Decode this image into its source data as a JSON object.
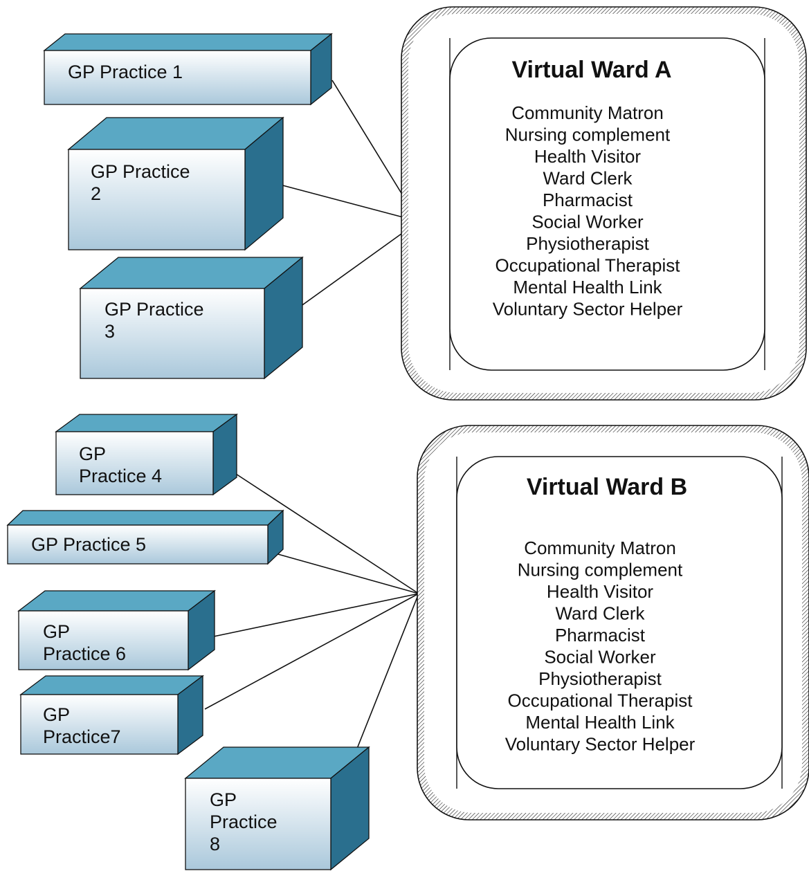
{
  "practices": [
    {
      "id": "gp1",
      "lines": [
        "GP Practice 1"
      ]
    },
    {
      "id": "gp2",
      "lines": [
        "GP Practice",
        "2"
      ]
    },
    {
      "id": "gp3",
      "lines": [
        "GP Practice",
        "3"
      ]
    },
    {
      "id": "gp4",
      "lines": [
        "GP",
        "Practice 4"
      ]
    },
    {
      "id": "gp5",
      "lines": [
        "GP Practice 5"
      ]
    },
    {
      "id": "gp6",
      "lines": [
        "GP",
        "Practice 6"
      ]
    },
    {
      "id": "gp7",
      "lines": [
        "GP",
        "Practice7"
      ]
    },
    {
      "id": "gp8",
      "lines": [
        "GP",
        "Practice",
        "8"
      ]
    }
  ],
  "wards": [
    {
      "id": "ward-a",
      "title": "Virtual Ward A",
      "members": [
        "Community Matron",
        "Nursing complement",
        "Health Visitor",
        "Ward Clerk",
        "Pharmacist",
        "Social Worker",
        "Physiotherapist",
        "Occupational Therapist",
        "Mental Health Link",
        "Voluntary Sector Helper"
      ],
      "highlight": "Ward Clerk",
      "connected_practices": [
        "gp1",
        "gp2",
        "gp3"
      ]
    },
    {
      "id": "ward-b",
      "title": "Virtual Ward B",
      "members": [
        "Community Matron",
        "Nursing complement",
        "Health Visitor",
        "Ward Clerk",
        "Pharmacist",
        "Social Worker",
        "Physiotherapist",
        "Occupational Therapist",
        "Mental Health Link",
        "Voluntary  Sector Helper"
      ],
      "highlight": "Ward Clerk",
      "connected_practices": [
        "gp4",
        "gp5",
        "gp6",
        "gp7",
        "gp8"
      ]
    }
  ],
  "colors": {
    "box_top": "#5aa8c4",
    "box_side": "#2a6f8e",
    "box_front_top": "#ffffff",
    "box_front_bottom": "#aac8db",
    "highlight_text": "#a31515",
    "text": "#111111"
  }
}
